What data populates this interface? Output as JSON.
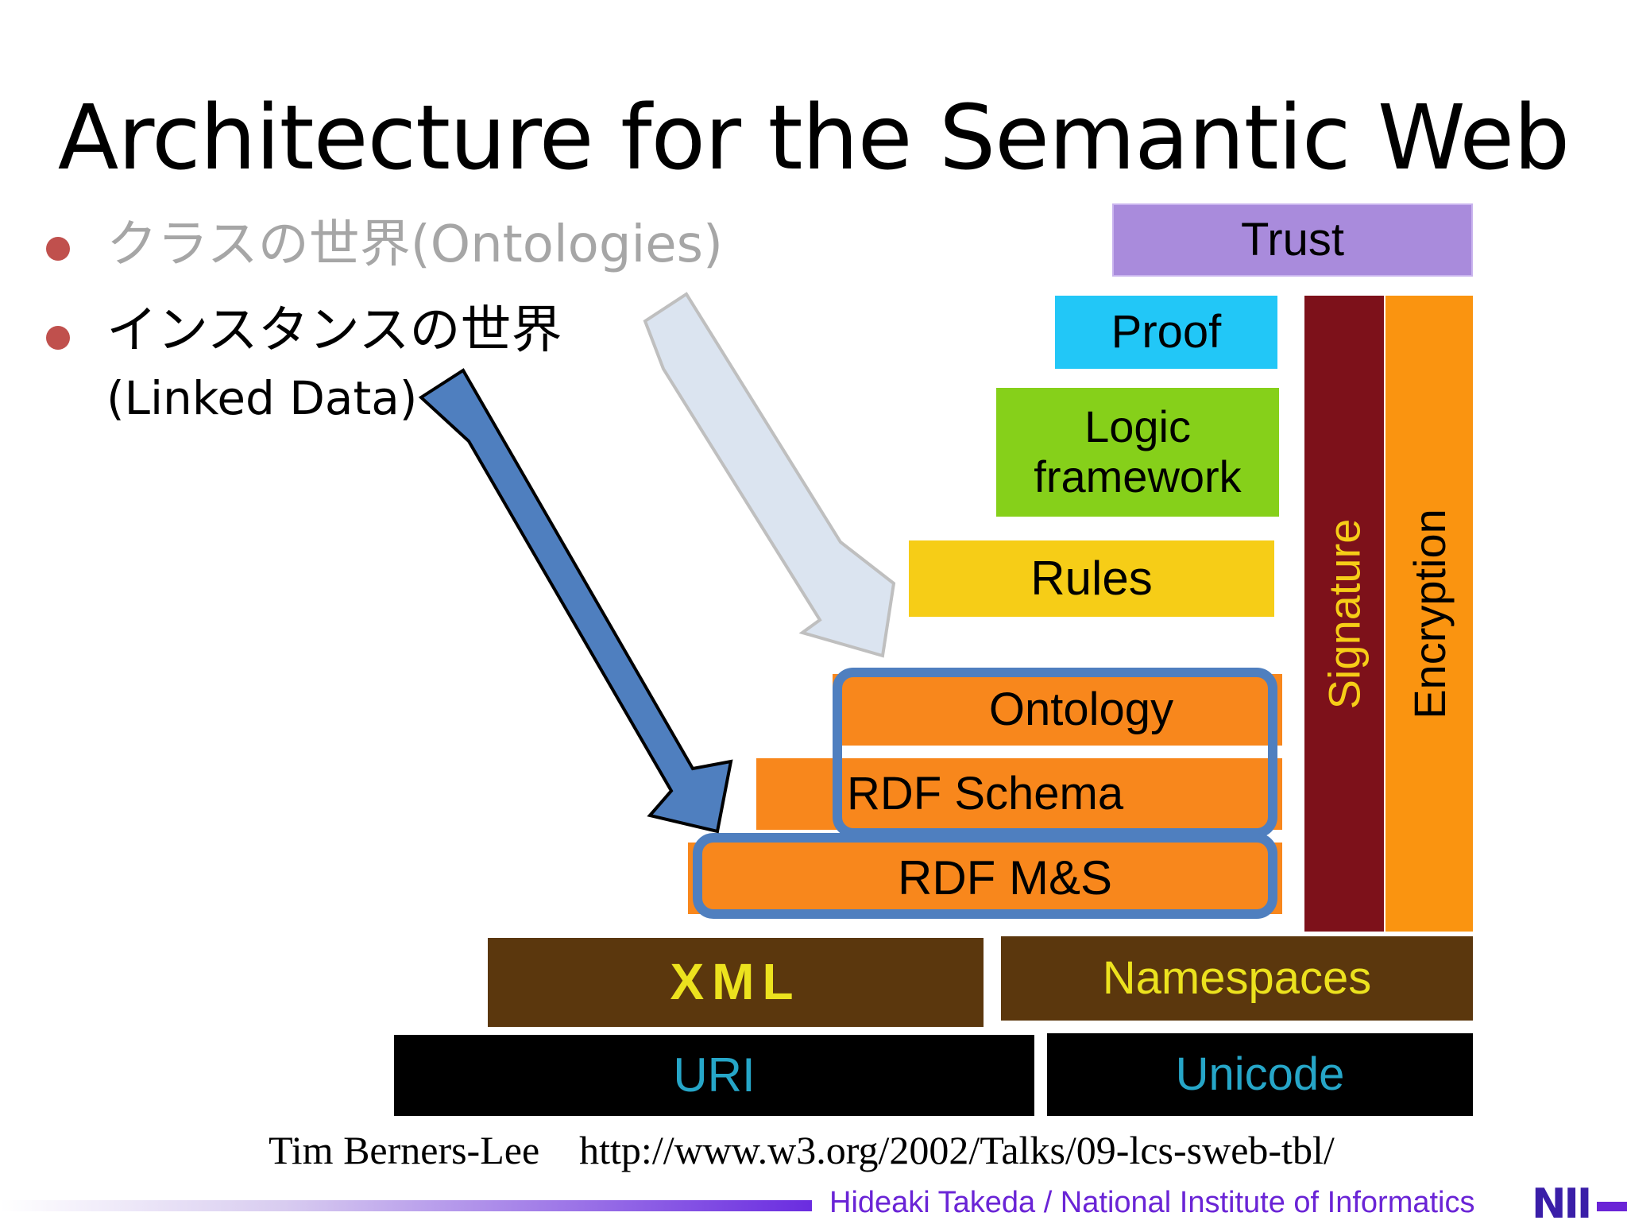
{
  "title": "Architecture for the Semantic Web",
  "bullets": [
    {
      "text": "クラスの世界(Ontologies)"
    },
    {
      "text": "インスタンスの世界",
      "sub": "(Linked Data)"
    }
  ],
  "layers": {
    "trust": "Trust",
    "proof": "Proof",
    "logic_line1": "Logic",
    "logic_line2": "framework",
    "rules": "Rules",
    "ontology": "Ontology",
    "rdf_schema": "RDF Schema",
    "rdf_ms": "RDF M&S",
    "xml": "XML",
    "namespaces": "Namespaces",
    "uri": "URI",
    "unicode": "Unicode",
    "signature": "Signature",
    "encryption": "Encryption"
  },
  "citation": {
    "author": "Tim Berners-Lee",
    "url": "http://www.w3.org/2002/Talks/09-lcs-sweb-tbl/"
  },
  "footer": {
    "text": "Hideaki Takeda / National Institute of Informatics",
    "logo": "NII"
  },
  "colors": {
    "trust": "#a98bdc",
    "proof": "#22c7f7",
    "logic": "#86d01a",
    "rules": "#f6cd17",
    "orange": "#f8871c",
    "brown": "#5b370d",
    "signature": "#7d111a",
    "encryption": "#fa9410",
    "highlight_outline": "#4f7fbf",
    "bullet": "#c0504d"
  }
}
